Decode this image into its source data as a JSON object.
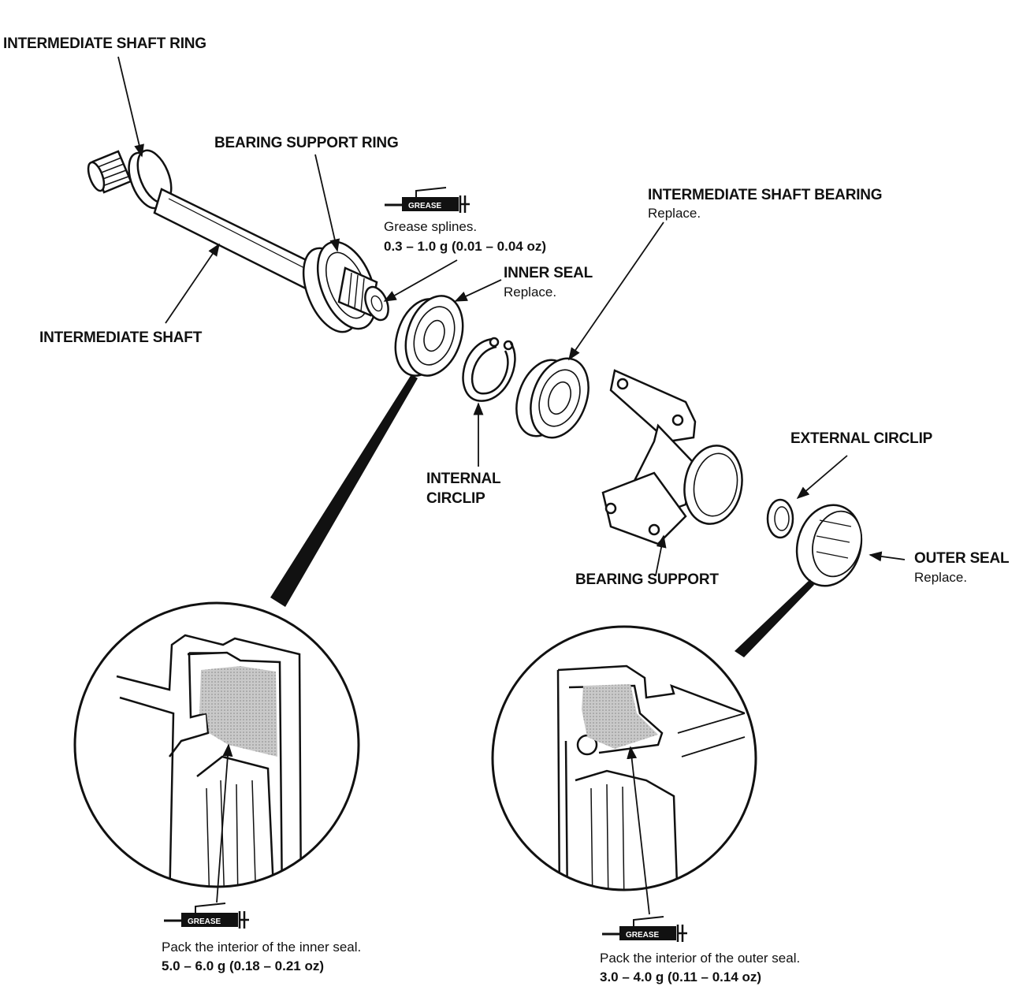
{
  "labels": {
    "intermediate_shaft_ring": "INTERMEDIATE SHAFT RING",
    "bearing_support_ring": "BEARING SUPPORT RING",
    "intermediate_shaft": "INTERMEDIATE SHAFT",
    "grease_splines_note": "Grease splines.",
    "grease_splines_amount": "0.3 – 1.0 g (0.01 – 0.04 oz)",
    "inner_seal": "INNER SEAL",
    "inner_seal_note": "Replace.",
    "intermediate_shaft_bearing": "INTERMEDIATE SHAFT BEARING",
    "intermediate_shaft_bearing_note": "Replace.",
    "internal_circlip_line1": "INTERNAL",
    "internal_circlip_line2": "CIRCLIP",
    "external_circlip": "EXTERNAL CIRCLIP",
    "bearing_support": "BEARING SUPPORT",
    "outer_seal": "OUTER SEAL",
    "outer_seal_note": "Replace.",
    "inner_seal_pack_note": "Pack the interior of the inner seal.",
    "inner_seal_pack_amount": "5.0 – 6.0 g (0.18 – 0.21 oz)",
    "outer_seal_pack_note": "Pack the interior of the outer seal.",
    "outer_seal_pack_amount": "3.0 – 4.0 g (0.11 – 0.14 oz)"
  },
  "grease_icon": {
    "tag_text": "GREASE",
    "icon_name": "grease-gun-icon"
  },
  "colors": {
    "ink": "#111111",
    "grease_fill": "#bdbdbd",
    "background": "#ffffff"
  }
}
